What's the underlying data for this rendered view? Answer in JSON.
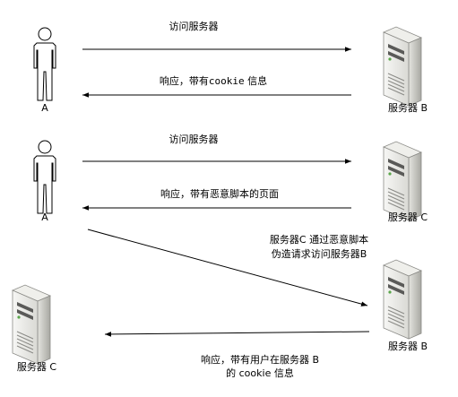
{
  "actors": {
    "user_1": "A",
    "user_2": "A",
    "server_1": "服务器 B",
    "server_2": "服务器 C",
    "server_3": "服务器 B",
    "server_4": "服务器 C"
  },
  "messages": {
    "m1": "访问服务器",
    "m2_pre": "响应，带有",
    "m2_cookie": "cookie",
    "m2_post": " 信息",
    "m3": "访问服务器",
    "m4": "响应，带有恶意脚本的页面",
    "m5_line1": "服务器C 通过恶意脚本",
    "m5_line2": "伪造请求访问服务器B",
    "m6_line1": "响应，带有用户在服务器 B",
    "m6_line2": "的 cookie 信息"
  }
}
